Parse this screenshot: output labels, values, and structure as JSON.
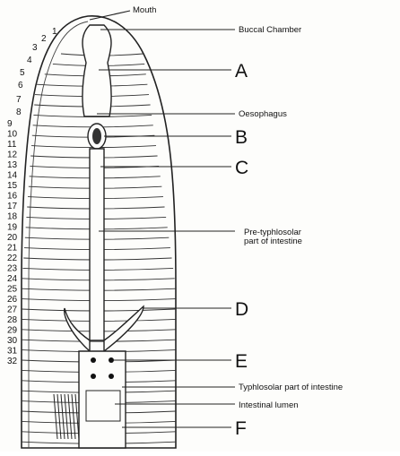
{
  "diagram": {
    "segment_numbers": [
      "1",
      "2",
      "3",
      "4",
      "5",
      "6",
      "7",
      "8",
      "9",
      "10",
      "11",
      "12",
      "13",
      "14",
      "15",
      "16",
      "17",
      "18",
      "19",
      "20",
      "21",
      "22",
      "23",
      "24",
      "25",
      "26",
      "27",
      "28",
      "29",
      "30",
      "31",
      "32"
    ],
    "labels": {
      "mouth": "Mouth",
      "buccal_chamber": "Buccal Chamber",
      "a": "A",
      "oesophagus": "Oesophagus",
      "b": "B",
      "c": "C",
      "pre_typhlosolar_line1": "Pre-typhlosolar",
      "pre_typhlosolar_line2": "part of intestine",
      "d": "D",
      "e": "E",
      "typhlosolar": "Typhlosolar part of intestine",
      "intestinal_lumen": "Intestinal lumen",
      "f": "F"
    }
  }
}
